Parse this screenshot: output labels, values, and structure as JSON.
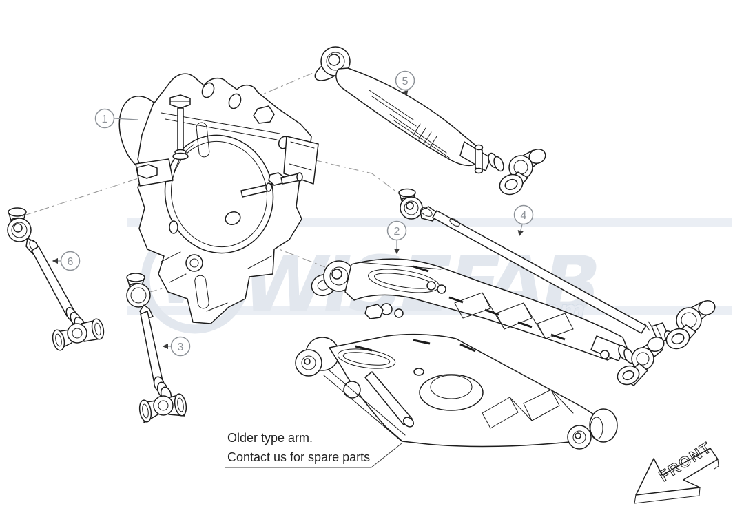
{
  "diagram": {
    "type": "exploded-parts-line-drawing",
    "callouts": [
      {
        "number": "1"
      },
      {
        "number": "2"
      },
      {
        "number": "3"
      },
      {
        "number": "4"
      },
      {
        "number": "5"
      },
      {
        "number": "6"
      }
    ],
    "annotation": {
      "line1": "Older type arm.",
      "line2": "Contact us for spare parts"
    },
    "front_arrow_label": "FRONT",
    "watermark": {
      "logo_letter": "W",
      "text": "WISEFAB",
      "suffix": ".com",
      "color": "#e2e7ee"
    },
    "colors": {
      "line": "#1c1c1c",
      "callout_gray": "#8d9298",
      "background": "#ffffff"
    }
  }
}
